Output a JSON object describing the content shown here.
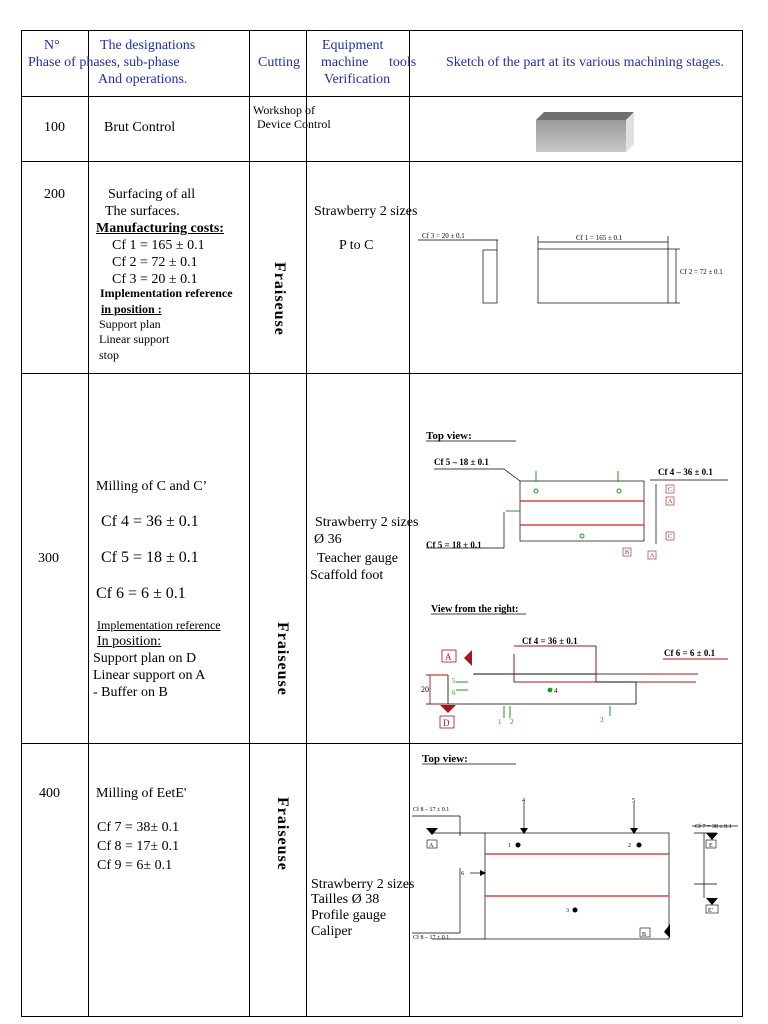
{
  "header": {
    "col1": [
      "N°",
      "Phase of phases, sub-phase"
    ],
    "col2": [
      "The designations",
      "And operations."
    ],
    "col3": "Cutting",
    "col4": [
      "Equipment",
      "machine",
      "tools",
      "Verification"
    ],
    "col5": "Sketch of the part at its various machining stages."
  },
  "rows": [
    {
      "num": "100",
      "ops": [
        "Brut Control"
      ],
      "equip": [
        "Workshop of",
        "Device    Control"
      ]
    },
    {
      "num": "200",
      "ops": [
        "Surfacing of all",
        "The surfaces.",
        "Manufacturing costs:",
        "Cf 1 = 165 ± 0.1",
        "Cf 2 = 72 ± 0.1",
        "Cf 3 = 20 ± 0.1",
        "Implementation reference",
        "in position :",
        "Support    plan",
        "Linear    support",
        "stop"
      ],
      "cutting": "Fraiseuse",
      "equip": [
        "Strawberry 2 sizes",
        "P to C"
      ]
    },
    {
      "num": "300",
      "ops": [
        "Milling of C and C’",
        "Cf 4 = 36 ± 0.1",
        "Cf  5  =  18  ±  0.1",
        "Cf  6  =  6  ±  0.1",
        "Implementation reference",
        "In position:",
        "Support plan on D",
        "Linear support on A",
        "- Buffer on B"
      ],
      "cutting": "Fraiseuse",
      "equip": [
        "Strawberry 2 sizes",
        "Ø 36",
        "Teacher gauge",
        "Scaffold foot"
      ]
    },
    {
      "num": "400",
      "ops": [
        "Milling of EetE'",
        "Cf 7 = 38± 0.1",
        "Cf 8 = 17± 0.1",
        "Cf 9 = 6± 0.1"
      ],
      "cutting": "Fraiseuse",
      "equip": [
        "Strawberry 2 sizes",
        "Tailles Ø 38",
        "Profile gauge",
        "Caliper"
      ]
    }
  ],
  "sketches": {
    "s200": {
      "cf3": "Cf 3 = 20 ± 0.1",
      "cf1": "Cf 1 = 165 ± 0.1",
      "cf2": "Cf 2 = 72 ± 0.1"
    },
    "s300": {
      "top_view": "Top view:",
      "cf5a": "Cf 5 – 18 ± 0.1",
      "cf4": "Cf 4 – 36 ± 0.1",
      "cf5b": "Cf 5 = 18 ± 0.1",
      "right_view": "View from the right:",
      "cf4b": "Cf 4 = 36 ± 0.1",
      "cf6": "Cf 6 = 6 ± 0.1",
      "labels": [
        "C",
        "A",
        "C",
        "B",
        "A",
        "A",
        "D",
        "20",
        "5",
        "6",
        "4",
        "1",
        "2",
        "3"
      ]
    },
    "s400": {
      "top_view": "Top view:",
      "cf8a": "Cf 8 – 17 ± 0.1",
      "cf7": "Cf 7 = 38 ± 0.1",
      "cf8b": "Cf 8 – 17 ± 0.1",
      "labels": [
        "4",
        "5",
        "A",
        "E",
        "1",
        "2",
        "6",
        "3",
        "E'",
        "B"
      ]
    }
  }
}
